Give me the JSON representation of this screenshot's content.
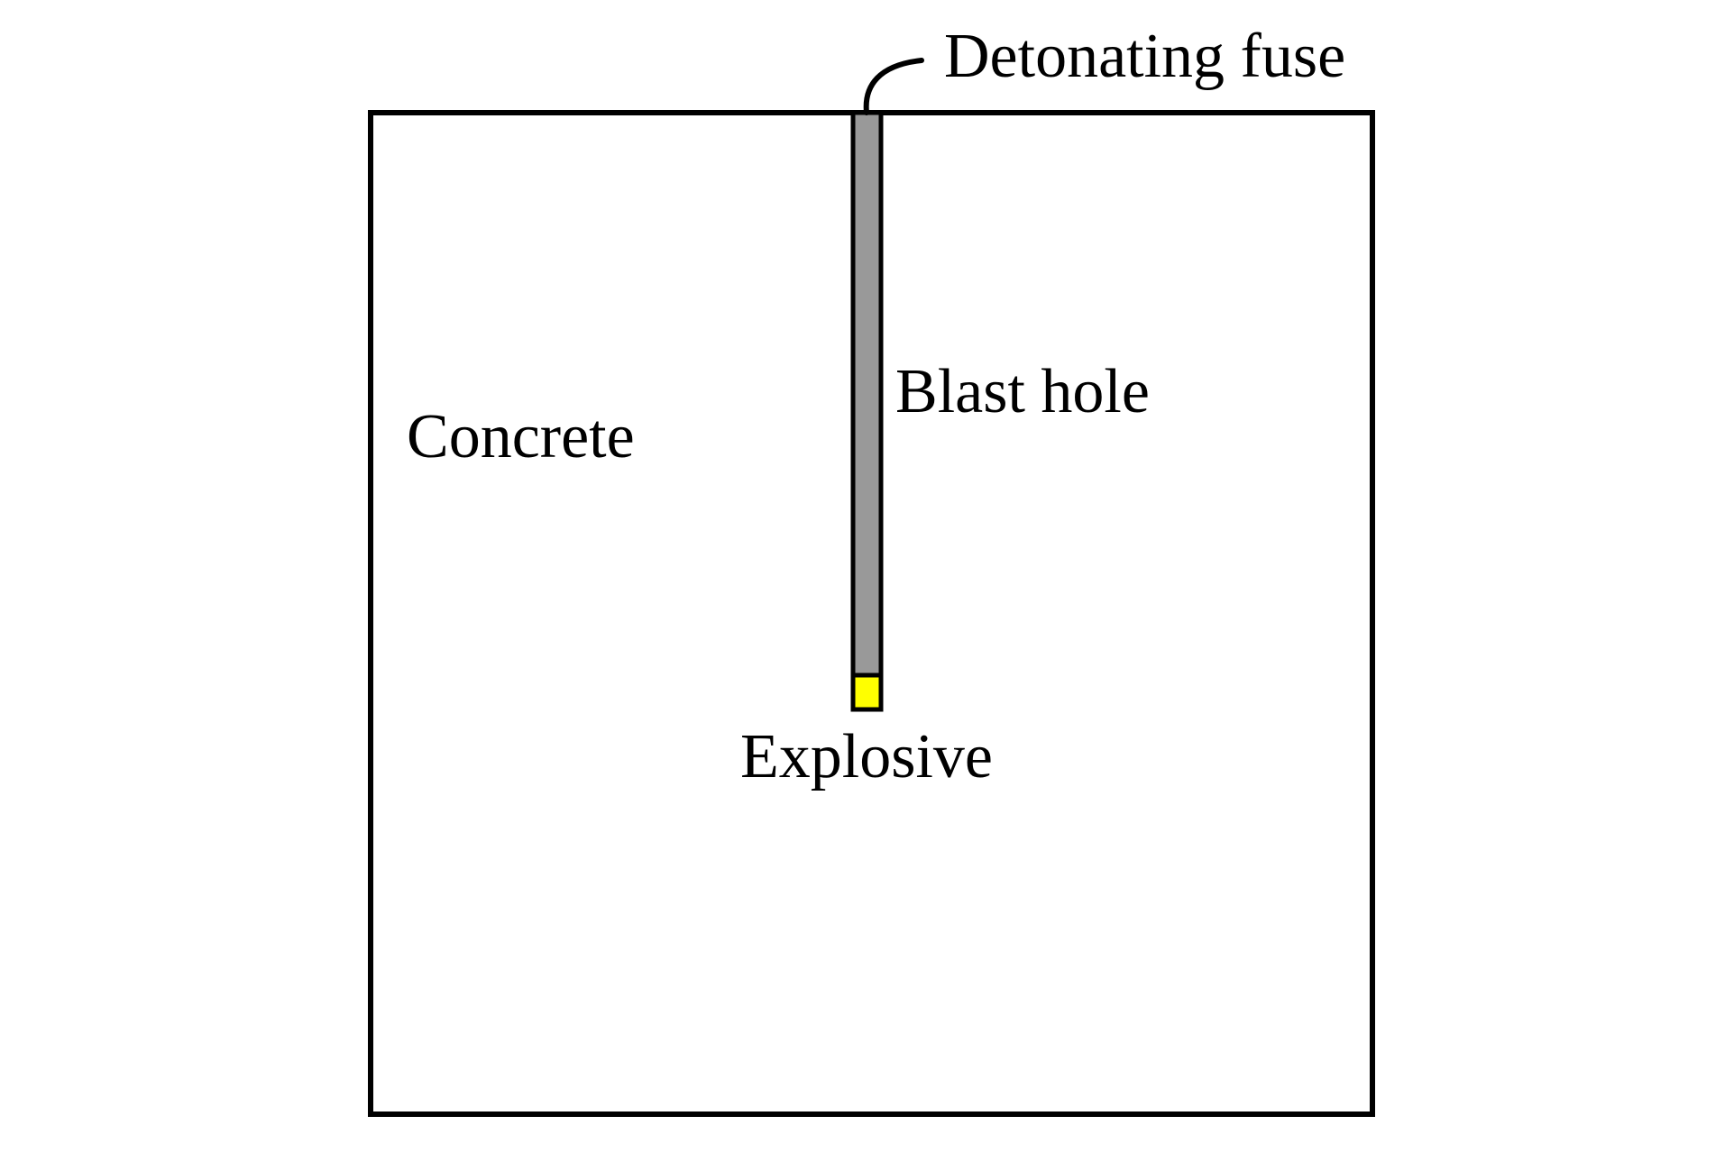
{
  "labels": {
    "concrete": "Concrete",
    "blast_hole": "Blast hole",
    "detonating_fuse": "Detonating fuse",
    "explosive": "Explosive"
  },
  "colors": {
    "background": "#ffffff",
    "outline": "#000000",
    "blast_hole_fill": "#999999",
    "explosive_fill": "#ffff00"
  }
}
